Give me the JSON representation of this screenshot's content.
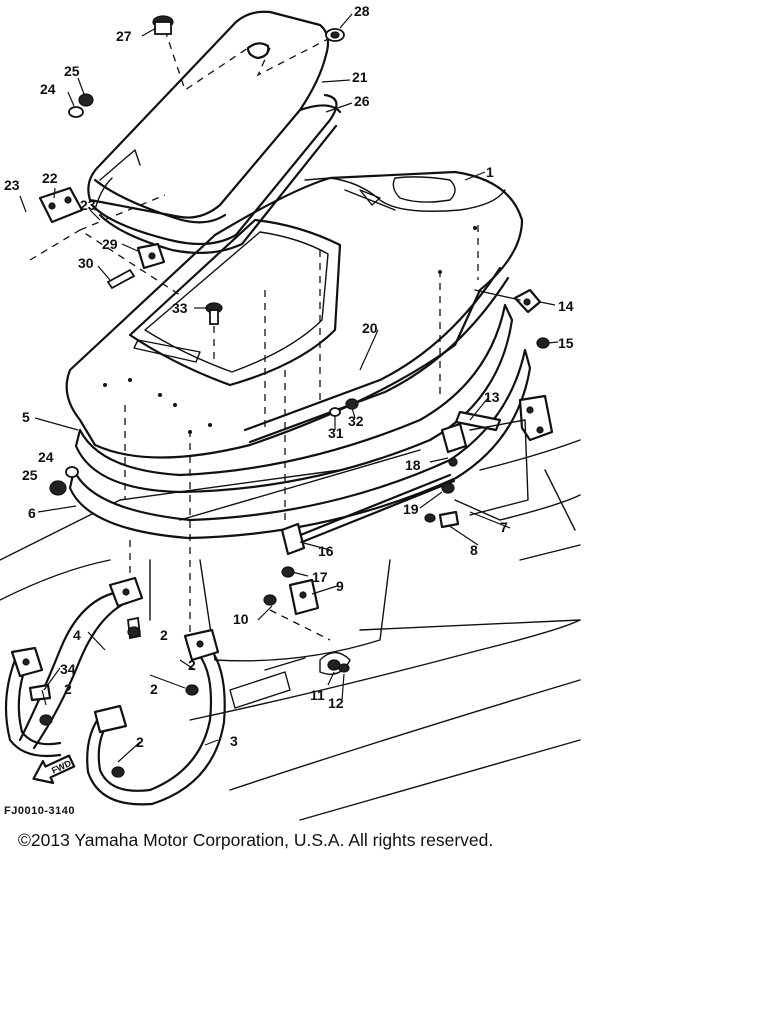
{
  "diagram": {
    "callouts": [
      "1",
      "2",
      "3",
      "4",
      "5",
      "6",
      "7",
      "8",
      "9",
      "10",
      "11",
      "12",
      "13",
      "14",
      "15",
      "16",
      "17",
      "18",
      "19",
      "20",
      "21",
      "22",
      "23",
      "24",
      "25",
      "26",
      "27",
      "28",
      "29",
      "30",
      "31",
      "32",
      "33",
      "34"
    ],
    "direction_arrow": "FWD",
    "figure_code": "FJ0010-3140"
  },
  "footer": {
    "copyright": "©2013 Yamaha Motor Corporation, U.S.A. All rights reserved."
  }
}
